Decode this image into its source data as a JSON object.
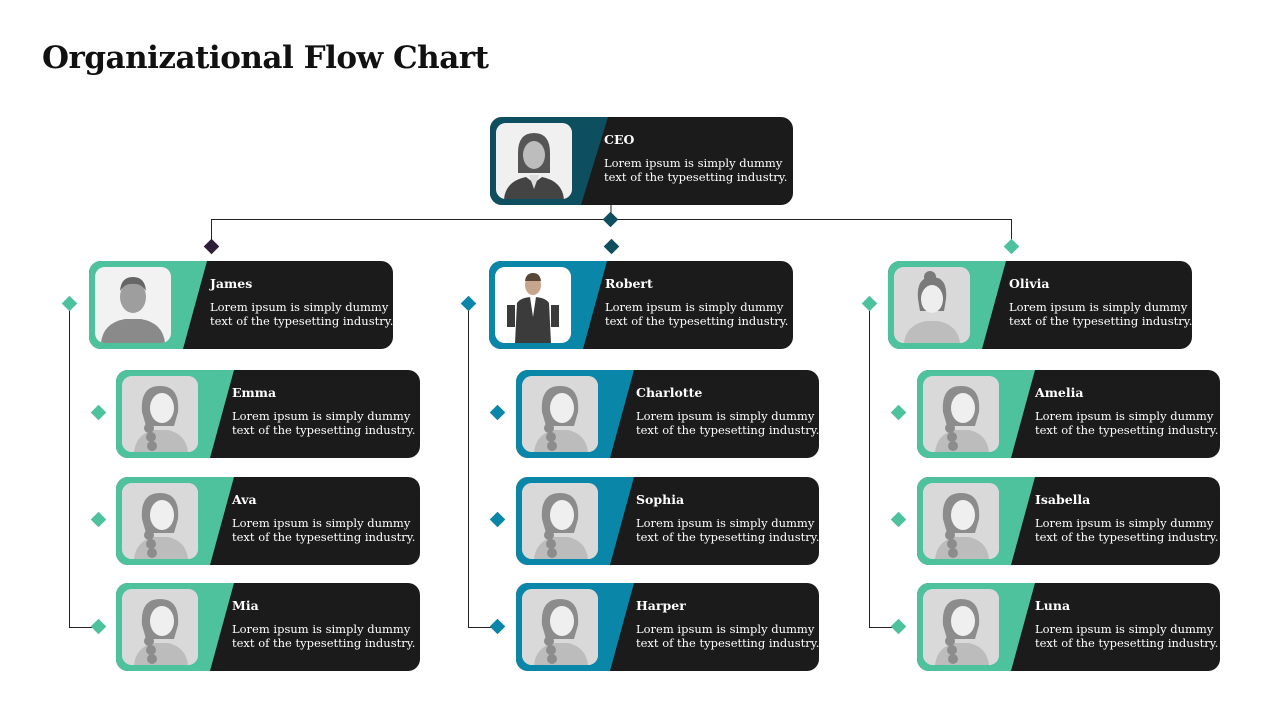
{
  "title": "Organizational Flow Chart",
  "colors": {
    "teal": "#4ec19d",
    "blue": "#0a87a8",
    "dark_teal": "#0d4f5f",
    "card": "#1b1b1b"
  },
  "ceo": {
    "role": "CEO",
    "desc": "Lorem ipsum is simply dummy text of the typesetting industry."
  },
  "managers": [
    {
      "name": "James",
      "desc": "Lorem ipsum is simply dummy text of the typesetting industry."
    },
    {
      "name": "Robert",
      "desc": "Lorem ipsum is simply dummy text of the typesetting industry."
    },
    {
      "name": "Olivia",
      "desc": "Lorem ipsum is simply dummy text of the typesetting industry."
    }
  ],
  "team_left": [
    {
      "name": "Emma",
      "desc": "Lorem ipsum is simply dummy text of the typesetting industry."
    },
    {
      "name": "Ava",
      "desc": "Lorem ipsum is simply dummy text of the typesetting industry."
    },
    {
      "name": "Mia",
      "desc": "Lorem ipsum is simply dummy text of the typesetting industry."
    }
  ],
  "team_middle": [
    {
      "name": "Charlotte",
      "desc": "Lorem ipsum is simply dummy text of the typesetting industry."
    },
    {
      "name": "Sophia",
      "desc": "Lorem ipsum is simply dummy text of the typesetting industry."
    },
    {
      "name": "Harper",
      "desc": "Lorem ipsum is simply dummy text of the typesetting industry."
    }
  ],
  "team_right": [
    {
      "name": "Amelia",
      "desc": "Lorem ipsum is simply dummy text of the typesetting industry."
    },
    {
      "name": "Isabella",
      "desc": "Lorem ipsum is simply dummy text of the typesetting industry."
    },
    {
      "name": "Luna",
      "desc": "Lorem ipsum is simply dummy text of the typesetting industry."
    }
  ]
}
